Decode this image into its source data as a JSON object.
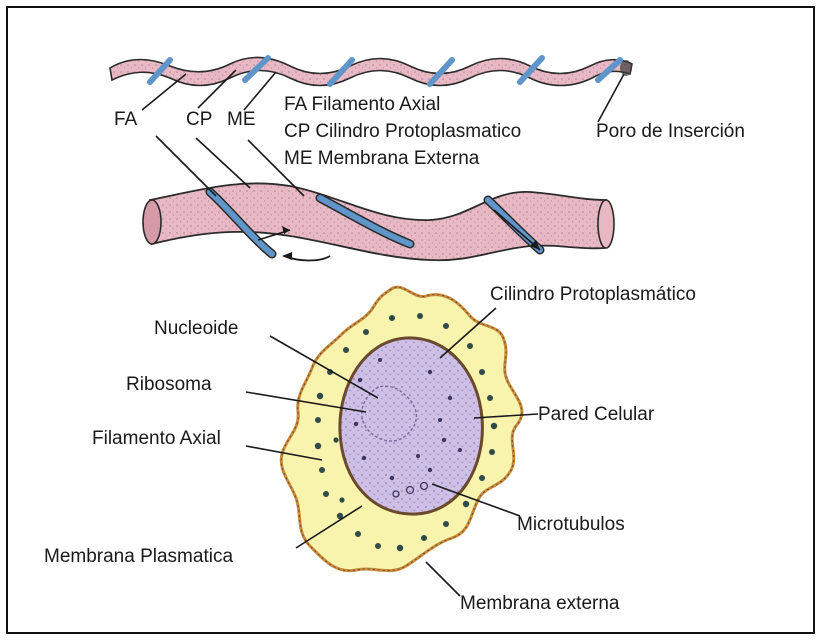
{
  "colors": {
    "protoplasm_pink": "#e8b9c4",
    "filament_blue": "#5f95c9",
    "wall_yellow": "#f8f3ad",
    "cylinder_lavender": "#cdbfe6",
    "outline": "#2a2a2a"
  },
  "top_labels": {
    "fa": "FA",
    "cp": "CP",
    "me": "ME",
    "legend_fa": "FA Filamento Axial",
    "legend_cp": "CP Cilindro Protoplasmatico",
    "legend_me": "ME Membrana Externa",
    "poro": "Poro de Inserción"
  },
  "cross_section_labels": {
    "cilindro": "Cilindro Protoplasmático",
    "nucleoide": "Nucleoide",
    "ribosoma": "Ribosoma",
    "pared": "Pared Celular",
    "filamento": "Filamento Axial",
    "microtubulos": "Microtubulos",
    "membrana_plasmatica": "Membrana Plasmatica",
    "membrana_externa": "Membrana externa"
  }
}
